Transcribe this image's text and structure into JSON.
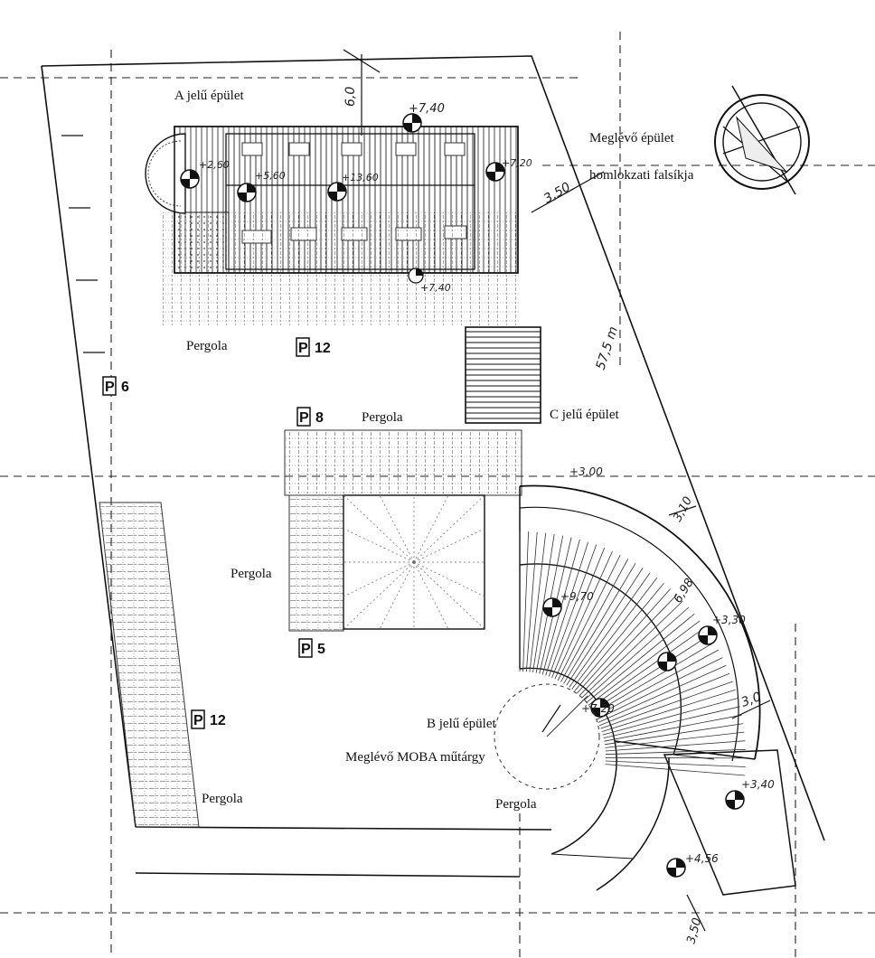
{
  "labels": {
    "building_a": "A jelű épület",
    "building_b": "B jelű épület",
    "building_c": "C jelű épület",
    "existing_building_1": "Meglévő épület",
    "existing_building_2": "homlokzati falsíkja",
    "existing_moba": "Meglévő MOBA műtárgy",
    "pergola_1": "Pergola",
    "pergola_2": "Pergola",
    "pergola_3": "Pergola",
    "pergola_4": "Pergola",
    "pergola_5": "Pergola"
  },
  "parking": [
    {
      "id": "p12-top",
      "letter": "P",
      "count": "12"
    },
    {
      "id": "p6",
      "letter": "P",
      "count": "6"
    },
    {
      "id": "p8",
      "letter": "P",
      "count": "8"
    },
    {
      "id": "p5",
      "letter": "P",
      "count": "5"
    },
    {
      "id": "p12-bottom",
      "letter": "P",
      "count": "12"
    }
  ],
  "dimensions": {
    "d_6_0": "6,0",
    "d_3_50": "3,50",
    "d_57_5": "57,5 m",
    "d_3_10": "3,10",
    "d_6_98": "6,98",
    "d_3_0": "3,0",
    "d_3_50b": "3,50"
  },
  "elevations": {
    "e_7_40": "+7,40",
    "e_2_60": "+2,60",
    "e_5_60": "+5,60",
    "e_13_60": "+13,60",
    "e_7_20": "+7,20",
    "e_7_40b": "+7,40",
    "e_3_00": "+3,00",
    "e_9_70": "+9,70",
    "e_3_30": "+3,30",
    "e_7_20b": "+7,20",
    "e_3_40": "+3,40",
    "e_4_56": "+4,56"
  }
}
